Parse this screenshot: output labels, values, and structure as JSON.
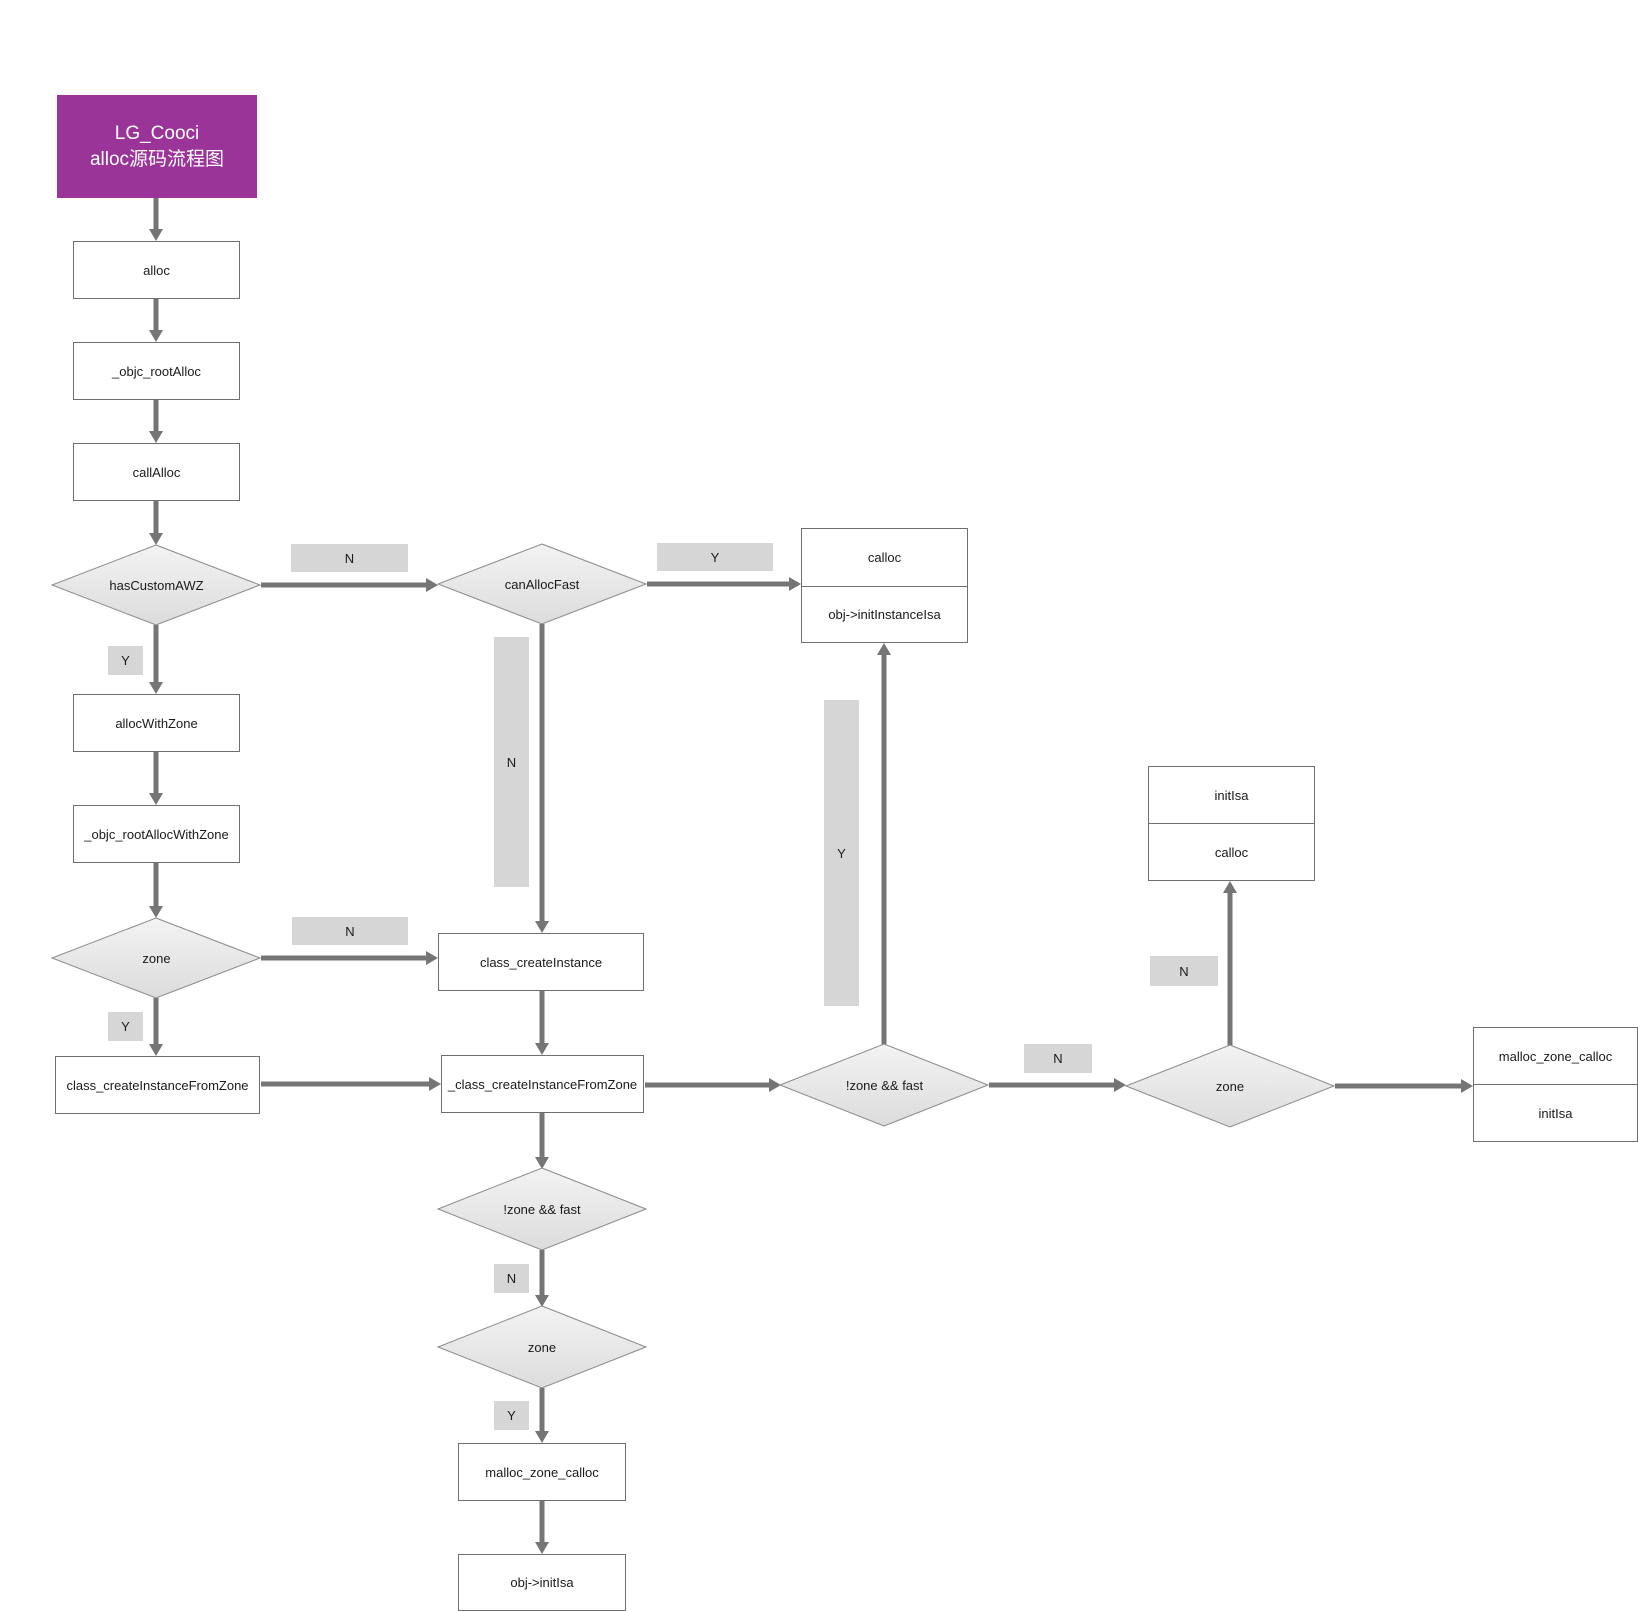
{
  "title": {
    "line1": "LG_Cooci",
    "line2": "alloc源码流程图"
  },
  "nodes": {
    "alloc": "alloc",
    "objc_rootAlloc": "_objc_rootAlloc",
    "callAlloc": "callAlloc",
    "hasCustomAWZ": "hasCustomAWZ",
    "allocWithZone": "allocWithZone",
    "objc_rootAllocWithZone": "_objc_rootAllocWithZone",
    "zone1": "zone",
    "class_createInstanceFromZone": "class_createInstanceFromZone",
    "canAllocFast": "canAllocFast",
    "class_createInstance": "class_createInstance",
    "_class_createInstanceFromZone": "_class_createInstanceFromZone",
    "notzone_fast_1": "!zone  &&  fast",
    "zone2": "zone",
    "malloc_zone_calloc_1": "malloc_zone_calloc",
    "obj_initIsa": "obj->initIsa",
    "calloc_1": "calloc",
    "obj_initInstanceIsa": "obj->initInstanceIsa",
    "notzone_fast_2": "!zone  &&  fast",
    "zone3": "zone",
    "initIsa_1": "initIsa",
    "calloc_2": "calloc",
    "malloc_zone_calloc_2": "malloc_zone_calloc",
    "initIsa_2": "initIsa"
  },
  "edge_labels": {
    "hasCustomAWZ_N": "N",
    "hasCustomAWZ_Y": "Y",
    "canAllocFast_Y": "Y",
    "canAllocFast_N": "N",
    "zone1_N": "N",
    "zone1_Y": "Y",
    "notzone_fast_2_Y": "Y",
    "notzone_fast_2_N": "N",
    "zone3_N": "N",
    "notzone_fast_1_N": "N",
    "zone2_Y": "Y"
  },
  "colors": {
    "title_fill": "#9a3499",
    "arrow": "#757575",
    "tag_fill": "#d6d6d6",
    "diamond_fill": "#e6e6e6",
    "border": "#6f6f6f"
  }
}
